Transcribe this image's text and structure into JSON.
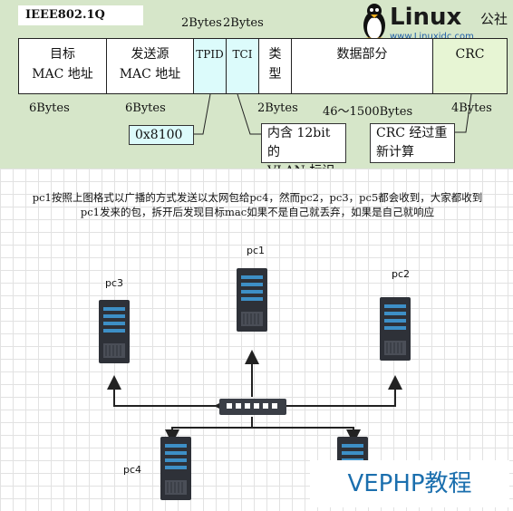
{
  "frame": {
    "title": "IEEE802.1Q",
    "top_bytes_label": "2Bytes",
    "top_bytes_label2": "2Bytes",
    "fields": [
      {
        "line1": "目标",
        "line2": "MAC 地址"
      },
      {
        "line1": "发送源",
        "line2": "MAC 地址"
      },
      {
        "line1": "TPID",
        "line2": ""
      },
      {
        "line1": "TCI",
        "line2": ""
      },
      {
        "line1": "类",
        "line2": "型"
      },
      {
        "line1": "数据部分",
        "line2": ""
      },
      {
        "line1": "CRC",
        "line2": ""
      }
    ],
    "sizes": [
      "6Bytes",
      "6Bytes",
      "2Bytes",
      "46～1500Bytes",
      "4Bytes"
    ],
    "notes": {
      "tpid_value": "0x8100",
      "tci_line1": "内含 12bit 的",
      "tci_line2": "VLAN 标识",
      "crc_line1": "CRC 经过重",
      "crc_line2": "新计算"
    }
  },
  "logo": {
    "text": "Linux",
    "cn": "公社",
    "url": "www.Linuxidc.com"
  },
  "description": {
    "line1": "pc1按照上图格式以广播的方式发送以太网包给pc4，然而pc2，pc3，pc5都会收到，大家都收到",
    "line2": "pc1发来的包，拆开后发现目标mac如果不是自己就丢弃，如果是自己就响应"
  },
  "network": {
    "pc1": "pc1",
    "pc2": "pc2",
    "pc3": "pc3",
    "pc4": "pc4"
  },
  "brand": "VEPHP教程",
  "colors": {
    "panel": "#d6e6c9",
    "tpid_tci": "#dcfbfb",
    "crc": "#e7f5d4",
    "brand": "#1b6fae"
  }
}
